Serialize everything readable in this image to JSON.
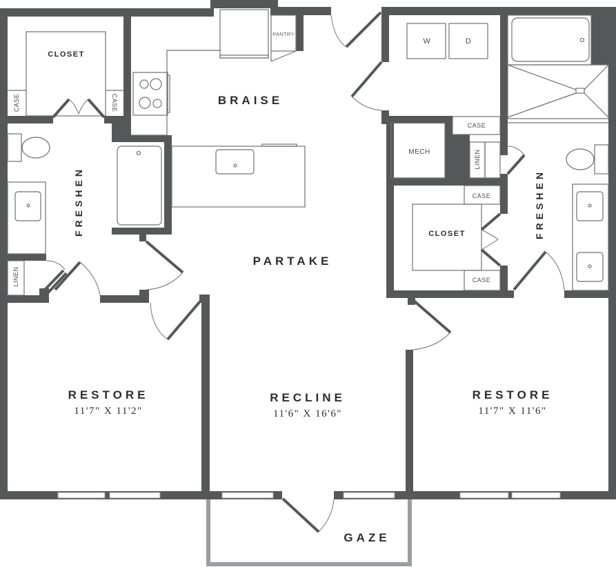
{
  "floor_plan": {
    "colors": {
      "wall": "#555859",
      "balcony": "#9b9d9e",
      "text": "#2b2d2e",
      "background": "#ffffff"
    },
    "rooms": {
      "braise": {
        "name": "BRAISE"
      },
      "partake": {
        "name": "PARTAKE"
      },
      "recline": {
        "name": "RECLINE",
        "dimensions": "11'6\" X 16'6\""
      },
      "restore_left": {
        "name": "RESTORE",
        "dimensions": "11'7\" X 11'2\""
      },
      "restore_right": {
        "name": "RESTORE",
        "dimensions": "11'7\" X 11'6\""
      },
      "gaze": {
        "name": "GAZE"
      },
      "freshen_left": {
        "name": "FRESHEN"
      },
      "freshen_right": {
        "name": "FRESHEN"
      },
      "closet_left": {
        "name": "CLOSET"
      },
      "closet_right": {
        "name": "CLOSET"
      },
      "mech": {
        "name": "MECH"
      }
    },
    "fixtures": {
      "pantry": "PANTRY",
      "washer": "W",
      "dryer": "D",
      "case_labels": [
        "CASE",
        "CASE",
        "CASE",
        "CASE",
        "CASE"
      ],
      "linen_labels": [
        "LINEN",
        "LINEN"
      ]
    }
  }
}
